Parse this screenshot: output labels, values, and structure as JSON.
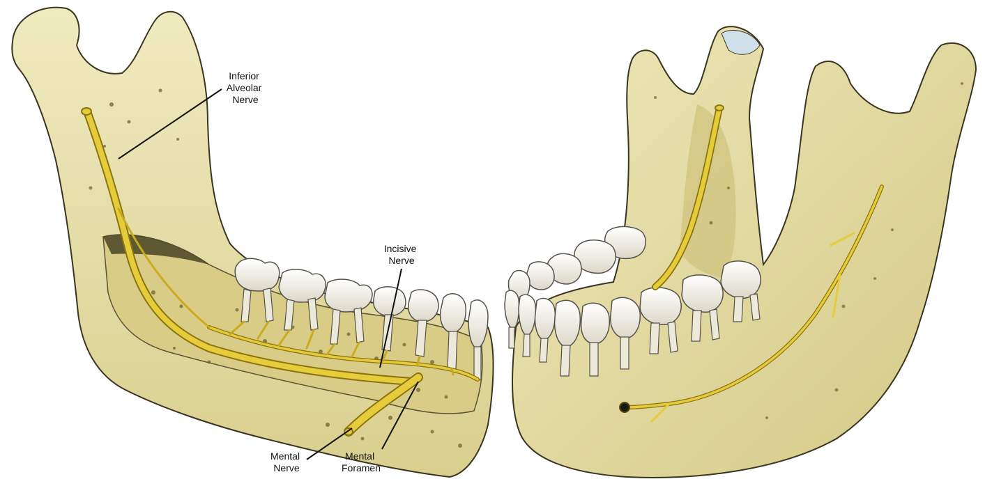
{
  "labels": {
    "inferior_alveolar": [
      "Inferior",
      "Alveolar",
      "Nerve"
    ],
    "incisive": [
      "Incisive",
      "Nerve"
    ],
    "mental_nerve": [
      "Mental",
      "Nerve"
    ],
    "mental_foramen": [
      "Mental",
      "Foramen"
    ]
  },
  "colors": {
    "bone": "#e9e2ae",
    "bone_shadow": "#c9bf7c",
    "outline": "#3a3520",
    "nerve": "#e6cc3a",
    "nerve_edge": "#8a7410",
    "tooth": "#f4f2ea",
    "cortex_dark": "#9a8d4c"
  }
}
